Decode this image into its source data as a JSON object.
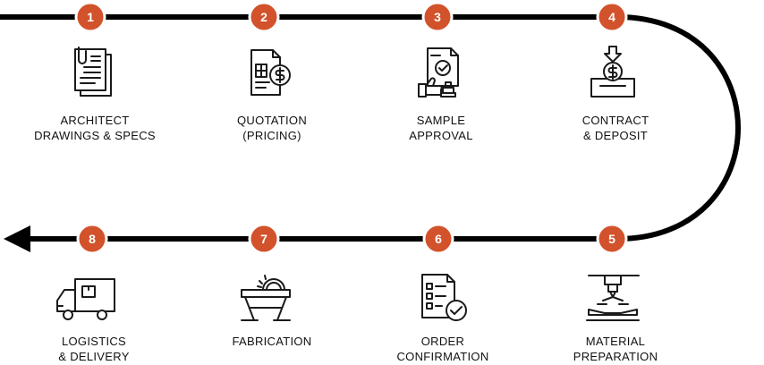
{
  "colors": {
    "line": "#000000",
    "badge": "#d2522b",
    "badge_text": "#ffffff",
    "icon": "#1a1a1a"
  },
  "steps": [
    {
      "number": "1",
      "line1": "ARCHITECT",
      "line2": "DRAWINGS & SPECS",
      "icon": "documents-paperclip-icon"
    },
    {
      "number": "2",
      "line1": "QUOTATION",
      "line2": "(PRICING)",
      "icon": "invoice-dollar-icon"
    },
    {
      "number": "3",
      "line1": "SAMPLE",
      "line2": "APPROVAL",
      "icon": "approval-stamp-icon"
    },
    {
      "number": "4",
      "line1": "CONTRACT",
      "line2": "& DEPOSIT",
      "icon": "deposit-coin-icon"
    },
    {
      "number": "5",
      "line1": "MATERIAL",
      "line2": "PREPARATION",
      "icon": "press-machine-icon"
    },
    {
      "number": "6",
      "line1": "ORDER",
      "line2": "CONFIRMATION",
      "icon": "checklist-check-icon"
    },
    {
      "number": "7",
      "line1": "FABRICATION",
      "line2": "",
      "icon": "table-saw-icon"
    },
    {
      "number": "8",
      "line1": "LOGISTICS",
      "line2": "& DELIVERY",
      "icon": "delivery-truck-icon"
    }
  ]
}
